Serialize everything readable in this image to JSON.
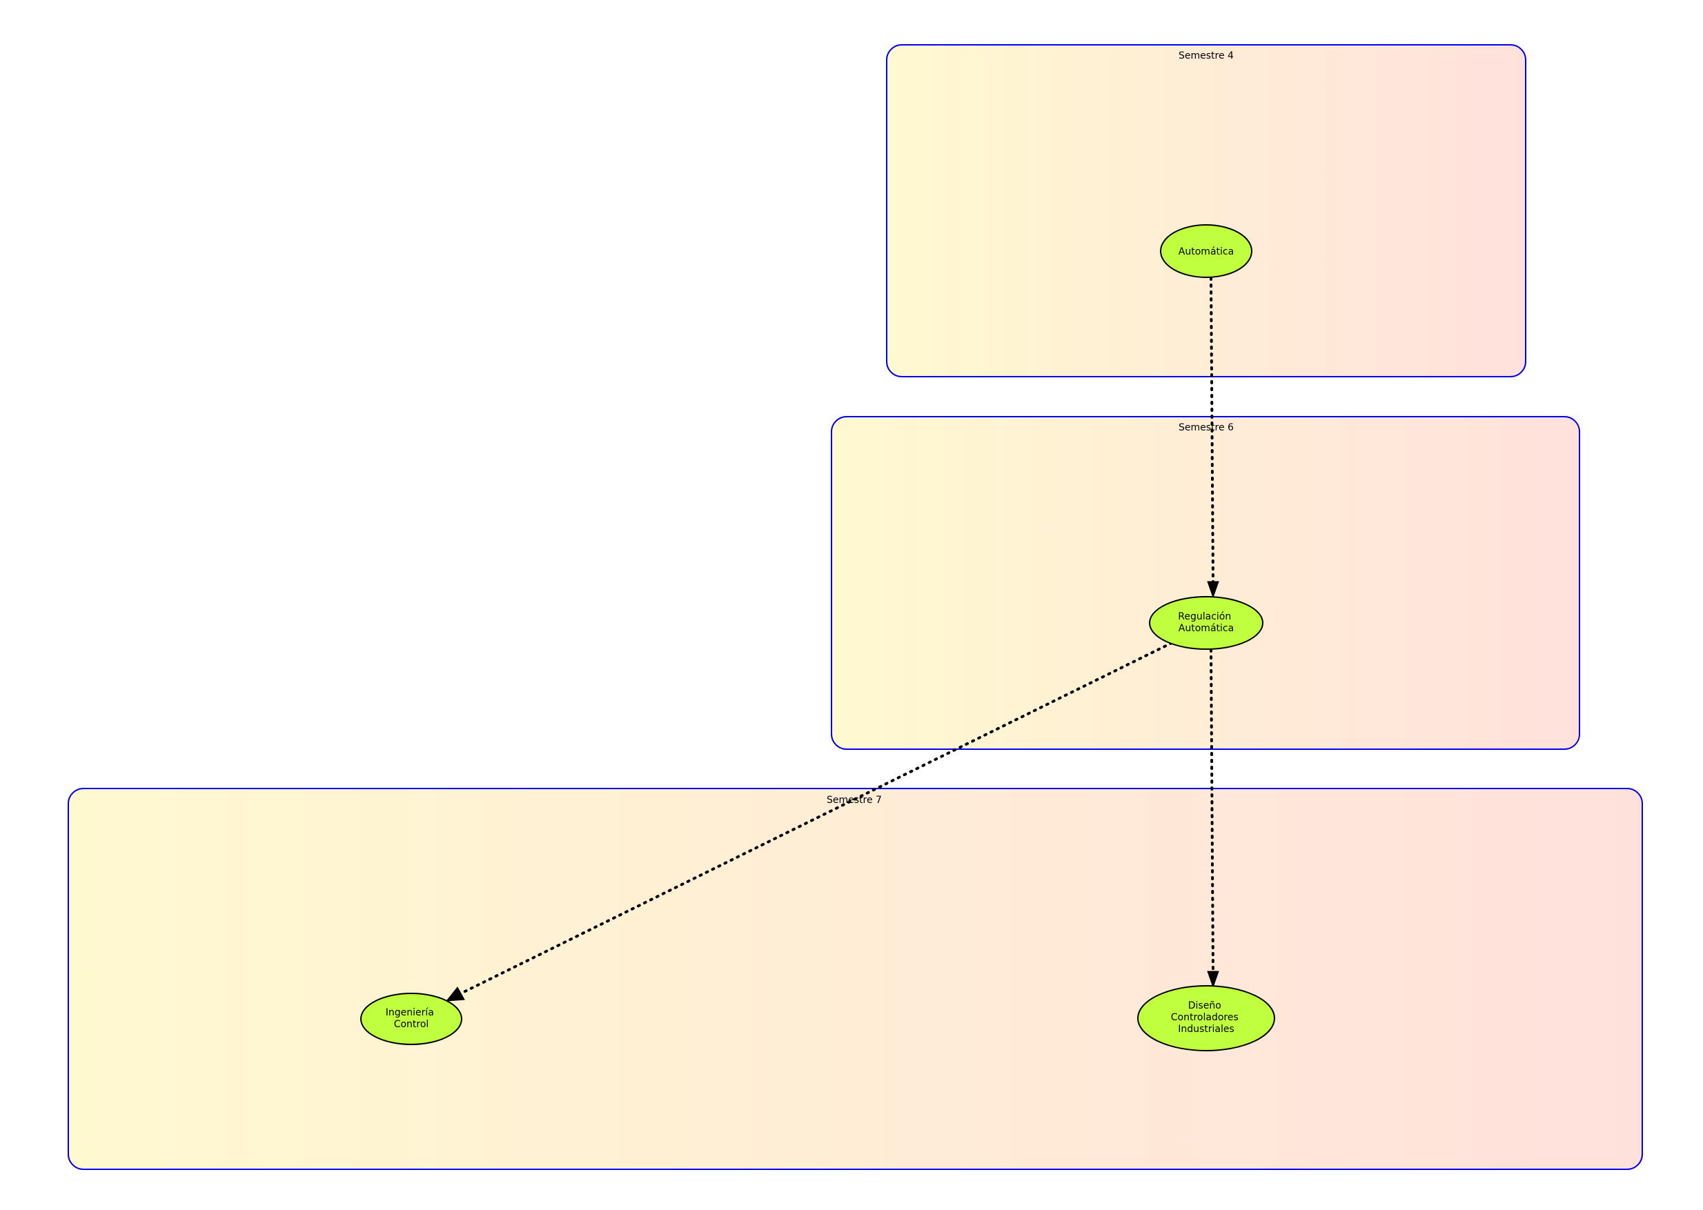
{
  "diagram": {
    "clusters": [
      {
        "id": "sem4",
        "label": "Semestre 4"
      },
      {
        "id": "sem6",
        "label": "Semestre 6"
      },
      {
        "id": "sem7",
        "label": "Semestre 7"
      }
    ],
    "nodes": [
      {
        "id": "automatica",
        "lines": [
          "Automática"
        ]
      },
      {
        "id": "regulacion",
        "lines": [
          "Regulación",
          "Automática"
        ]
      },
      {
        "id": "ingenieria",
        "lines": [
          "Ingeniería",
          "Control"
        ]
      },
      {
        "id": "diseno",
        "lines": [
          "Diseño",
          "Controladores",
          "Industriales"
        ]
      }
    ],
    "edges": [
      {
        "from": "automatica",
        "to": "regulacion",
        "style": "dotted"
      },
      {
        "from": "regulacion",
        "to": "ingenieria",
        "style": "dotted"
      },
      {
        "from": "regulacion",
        "to": "diseno",
        "style": "dotted"
      }
    ]
  },
  "colors": {
    "cluster_border": "#0000ee",
    "cluster_fill_start": "#fff9d0",
    "cluster_fill_end": "#ffe1dc",
    "node_fill": "#c0ff3e",
    "edge": "#000000"
  }
}
